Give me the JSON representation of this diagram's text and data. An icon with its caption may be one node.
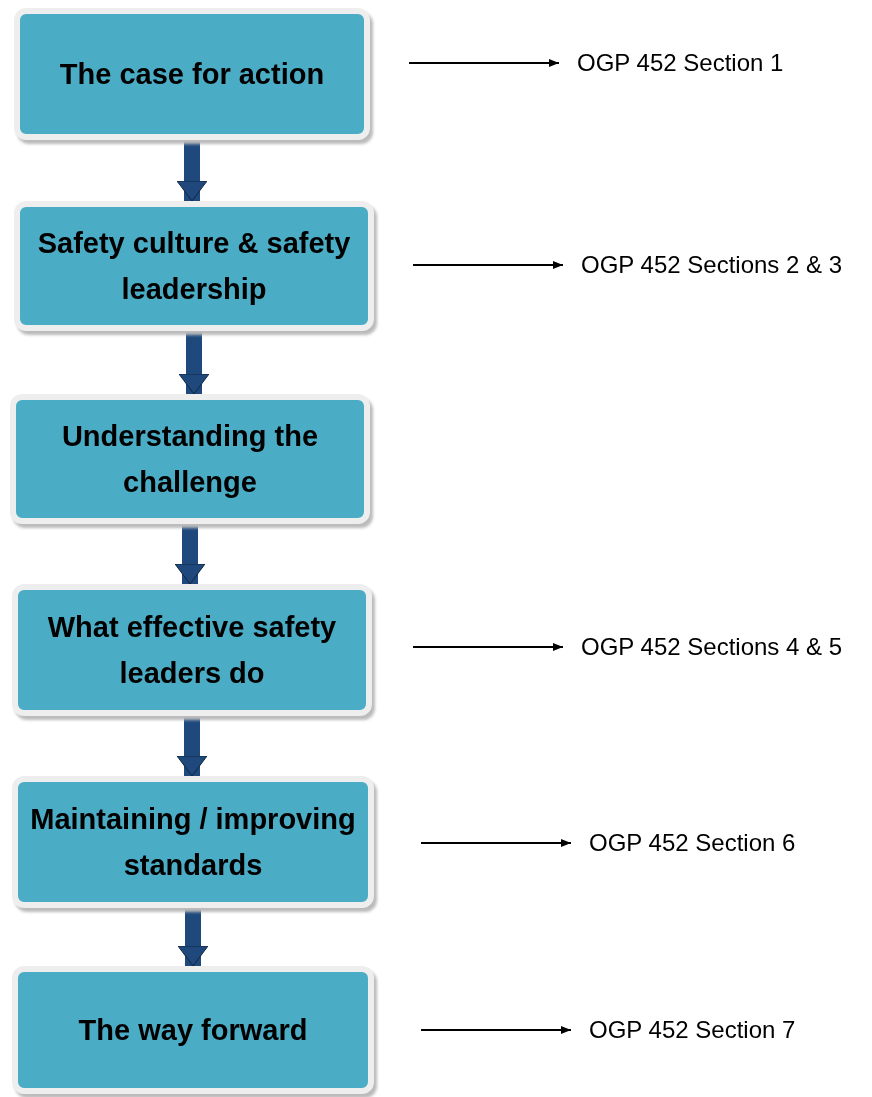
{
  "diagram": {
    "nodes": [
      {
        "text": [
          "The case for action"
        ]
      },
      {
        "text": [
          "OGP 452 Section 1"
        ]
      },
      {
        "text": [
          "Safety culture & safety leadership"
        ]
      },
      {
        "text": [
          "OGP 452 Sections 2 & 3"
        ]
      },
      {
        "text": [
          "Understanding the challenge"
        ]
      },
      {
        "text": [
          "What effective safety leaders do"
        ]
      },
      {
        "text": [
          "OGP 452 Sections 4 & 5"
        ]
      },
      {
        "text": [
          "Maintaining / improving standards"
        ]
      },
      {
        "text": [
          "OGP 452 Section 6"
        ]
      },
      {
        "text": [
          "The way forward"
        ]
      },
      {
        "text": [
          "OGP 452 Section 7"
        ]
      }
    ],
    "edges": [
      {
        "from": 0,
        "to": 2,
        "arrow": "to",
        "style": "thick",
        "color": "#1f497d"
      },
      {
        "from": 2,
        "to": 4,
        "arrow": "to",
        "style": "thick",
        "color": "#1f497d"
      },
      {
        "from": 4,
        "to": 5,
        "arrow": "to",
        "style": "thick",
        "color": "#1f497d"
      },
      {
        "from": 5,
        "to": 7,
        "arrow": "to",
        "style": "thick",
        "color": "#1f497d"
      },
      {
        "from": 7,
        "to": 9,
        "arrow": "to",
        "style": "thick",
        "color": "#1f497d"
      },
      {
        "from": null,
        "to": 1,
        "arrow": "to",
        "color": "#000000"
      },
      {
        "from": null,
        "to": 3,
        "arrow": "to",
        "color": "#000000"
      },
      {
        "from": null,
        "to": 6,
        "arrow": "to",
        "color": "#000000"
      },
      {
        "from": null,
        "to": 8,
        "arrow": "to",
        "color": "#000000"
      },
      {
        "from": null,
        "to": 10,
        "arrow": "to",
        "color": "#000000"
      }
    ]
  }
}
